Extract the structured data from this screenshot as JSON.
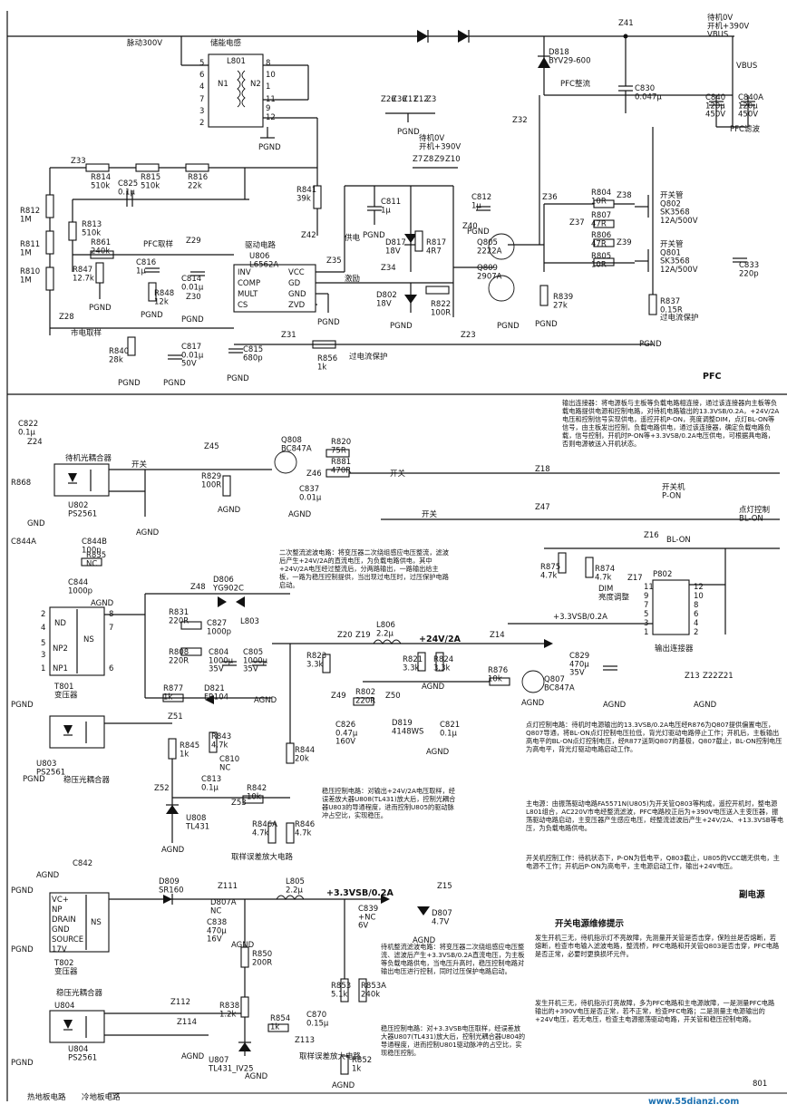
{
  "top": {
    "vin_label": "脉动300V",
    "standby_label": "待机0V\n开机+390V\nVBUS",
    "vbus_label": "VBUS",
    "pfc_rectifier": "PFC整流",
    "pfc_filter": "PFC滤波",
    "d818": "D818\nBYV29-600",
    "c830": "C830\n0.047μ",
    "c840": "C840\n120μ\n450V",
    "c840a": "C840A\n120μ\n450V",
    "z41": "Z41",
    "z32": "Z32"
  },
  "pfc": {
    "l801_title": "储能电感",
    "l801": "L801",
    "n1": "N1",
    "n2": "N2",
    "l801_pins": [
      "5",
      "6",
      "4",
      "7",
      "8",
      "10",
      "3",
      "2",
      "1",
      "12",
      "11",
      "9"
    ],
    "r814": "R814\n510k",
    "r815": "R815\n510k",
    "r816": "R816\n22k",
    "c825": "C825\n0.1μ",
    "r812": "R812\n1M",
    "r811": "R811\n1M",
    "r810": "R810\n1M",
    "r813": "R813\n510k",
    "r861": "R861\n240k",
    "r847": "R847\n12.7k",
    "r848": "R848\n12k",
    "c816": "C816\n1μ",
    "c814": "C814\n0.01μ",
    "c817": "C817\n0.01μ\n50V",
    "r840": "R840\n28k",
    "c815": "C815\n680p",
    "r856": "R856\n1k",
    "pfc_sample": "PFC取样",
    "mains_sample": "市电取样",
    "z33": "Z33",
    "z29": "Z29",
    "z30": "Z30",
    "z28": "Z28",
    "z31": "Z31",
    "z23": "Z23",
    "u806_title": "驱动电路",
    "u806": "U806\nL6562A",
    "ic_pins_left": [
      "INV",
      "COMP",
      "MULT",
      "CS"
    ],
    "ic_pins_right": [
      "VCC",
      "GD",
      "GND",
      "ZVD"
    ],
    "r841": "R841\n39k",
    "z42": "Z42",
    "z35": "Z35",
    "supply_label": "供电",
    "drive_label": "激励",
    "ocp_label": "过电流保护",
    "c811": "C811\n1μ",
    "d817": "D817\n18V",
    "r817": "R817\n4R7",
    "z34": "Z34",
    "d802": "D802\n18V",
    "z_top_group": [
      "Z26",
      "Z36",
      "Z11",
      "Z12",
      "Z3"
    ],
    "standby_group": "待机0V\n开机+390V",
    "z_mid_group": [
      "Z7",
      "Z8",
      "Z9",
      "Z10"
    ],
    "c812": "C812\n1μ",
    "z40": "Z40",
    "q805": "Q805\n2222A",
    "q809": "Q809\n2907A",
    "r822": "R822\n100R",
    "r839": "R839\n27k",
    "z36b": "Z36",
    "r804": "R804\n10R",
    "r807": "R807\n47R",
    "r806": "R806\n47R",
    "r805": "R805\n10R",
    "z37": "Z37",
    "z38": "Z38",
    "z39": "Z39",
    "q802": "开关管\nQ802\nSK3568\n12A/500V",
    "q801": "开关管\nQ801\nSK3568\n12A/500V",
    "c833": "C833\n220p",
    "r837": "R837\n0.15R",
    "ocp_sample": "过电流保护",
    "pfc_tag": "PFC"
  },
  "notes": {
    "output_connector": "输出连接器：将电源板与主板等负载电路相连接，通过该连接器向主板等负载电路提供电源和控制电路，对待机电路输出的13.3VSB/0.2A，+24V/2A电压和控制信号实现供电，遥控开机P-ON，亮度调整DIM，点灯BL-ON等信号，由主板发出控制，负载电路供电，通过该连接器，确定负载电路负载，信号控制，开机时P-ON等+3.3VSB/0.2A电压供电，可根据具电路，否则电源被送入开机状态。",
    "secondary_rect": "二次整流滤波电路：将变压器二次绕组感应电压整流，滤波后产生+24V/2A的直流电压，为负载电路供电，其中+24V/2A电压经过整流后，分两路输出，一路输出给主板，一路为稳压控制提供，当出现过电压时，过压保护电路启动。",
    "dimming": "点灯控制电路：待机时电源输出的13.3VSB/0.2A电压经R876为Q807提供偏置电压，Q807导通，将BL-ON点灯控制电压拉低，背光灯驱动电路停止工作；开机后，主板输出高电平的BL-ON点灯控制电压，经R877送到Q807的基极，Q807截止，BL-ON控制电压为高电平，背光灯驱动电路启动工作。",
    "main_power": "主电源：由振荡驱动电路FA5571N(U805)为开关管Q803等构成，遥控开机时，整电源L801组合，AC220V市电经整流滤波，PFC电路校正后为+390V电压送入主变压器，振荡驱动电路启动，主变压器产生感应电压，经整流滤波后产生+24V/2A、+13.3VSB等电压，为负载电路供电。",
    "main_power_b": "开关机控制工作：待机状态下，P-ON为低电平，Q803截止，U805的VCC端无供电，主电源不工作；开机后P-ON为高电平，主电源启动工作，输出+24V电压。",
    "regulation": "稳压控制电路：对输出+24V/2A电压取样，经误差放大器U808(TL431)放大后，控制光耦合器U803的导通程度，进而控制U805的驱动脉冲占空比，实现稳压。",
    "aux_power": "副电源",
    "standby_rect": "待机整流滤波电路：将变压器二次绕组感应电压整流、滤波后产生+3.3VSB/0.2A直流电压，为主板等负载电路供电，当电压升高时，稳压控制电路对输出电压进行控制，同时过压保护电路启动。",
    "standby_reg": "稳压控制电路：对+3.3VSB电压取样，经误差放大器U807(TL431)放大后，控制光耦合器U804的导通程度，进而控制U801驱动脉冲的占空比，实现稳压控制。",
    "repair_title": "开关电源维修提示",
    "repair_1": "发生开机三无，待机指示灯不亮故障，先测量开关管是否击穿，保险丝是否熔断，若熔断，检查市电输入滤波电路，整流桥，PFC电路和开关管Q803是否击穿，PFC电路是否正常，必要时更换损坏元件。",
    "repair_2": "发生开机三无，待机指示灯亮故障，多为PFC电路和主电源故障，一是测量PFC电路输出的+390V电压是否正常，若不正常，检查PFC电路；二是测量主电源输出的+24V电压，若无电压，检查主电源振荡驱动电路，开关管和稳压控制电路。",
    "sheet_no": "801"
  },
  "standby_ctrl": {
    "c822": "C822\n0.1μ",
    "z24": "Z24",
    "optocoupler_label": "待机光耦合器",
    "u802": "U802\nPS2561",
    "r868": "R868",
    "z45": "Z45",
    "q808": "Q808\nBC847A",
    "r829": "R829\n100R",
    "r820": "R820\n75R",
    "r881": "R881\n470R",
    "z46": "Z46",
    "c837": "C837\n0.01μ",
    "onoff1": "开关",
    "onoff2": "开关",
    "z18": "Z18",
    "z47": "Z47",
    "z16": "Z16",
    "z17": "Z17",
    "pon_label": "开关机\nP-ON",
    "blon_label": "点灯控制\nBL-ON",
    "blon": "BL-ON",
    "dim_label": "DIM\n亮度调整",
    "r875": "R875\n4.7k",
    "r874": "R874\n4.7k",
    "p802": "P802",
    "connector_label": "输出连接器",
    "connector_pins_left": [
      "11",
      "9",
      "7",
      "5",
      "3",
      "1"
    ],
    "connector_pins_right": [
      "12",
      "10",
      "8",
      "6",
      "4",
      "2"
    ]
  },
  "secondary": {
    "c844a": "C844A",
    "c844b": "C844B\n100p",
    "r835": "R835\nNC",
    "c844": "C844\n1000p",
    "t801": "T801\n变压器",
    "t801_windings": [
      "ND",
      "NP2",
      "NP1",
      "NS"
    ],
    "t801_pins": [
      "2",
      "4",
      "5",
      "3",
      "1",
      "8",
      "7",
      "6"
    ],
    "z48": "Z48",
    "d806": "D806\nYG902C",
    "r831": "R831\n220R",
    "c827": "C827\n1000p",
    "l803": "L803",
    "r808": "R808\n220R",
    "c804": "C804\n1000μ\n35V",
    "c805": "C805\n1000μ\n35V",
    "z20": "Z20",
    "z19": "Z19",
    "l806": "L806\n2.2μ",
    "v24": "+24V/2A",
    "z14": "Z14",
    "r823": "R823\n3.3k",
    "r821": "R821\n3.3k",
    "r824": "R824\n3.3k",
    "v33_out": "+3.3VSB/0.2A",
    "c829": "C829\n470μ\n35V",
    "z13": "Z13",
    "z22": "Z22",
    "z21": "Z21",
    "r876": "R876\n10k",
    "q807": "Q807\nBC847A",
    "r877": "R877\n1k",
    "d821": "D821\nFR104",
    "z49": "Z49",
    "r802": "R802\n220R",
    "z50": "Z50",
    "c826": "C826\n0.47μ\n160V",
    "d819": "D819\n4148WS",
    "c821": "C821\n0.1μ",
    "z51": "Z51",
    "u803": "U803\nPS2561",
    "opto_reg": "稳压光耦合器",
    "r845": "R845\n1k",
    "r843": "R843\n4.7k",
    "c810": "C810\nNC",
    "r844": "R844\n20k",
    "z52": "Z52",
    "c813": "C813\n0.1μ",
    "r842": "R842\n10k",
    "z53": "Z53",
    "u808": "U808\nTL431",
    "r846a": "R846A\n4.7k",
    "r846": "R846\n4.7k",
    "ea_label": "取样误差放大电路"
  },
  "standby": {
    "c842": "C842",
    "d809": "D809\nSR160",
    "z111": "Z111",
    "d807a": "D807A\nNC",
    "c838": "C838\n470μ\n16V",
    "l805": "L805\n2.2μ",
    "v33": "+3.3VSB/0.2A",
    "z15": "Z15",
    "c839": "C839\n+NC\n6V",
    "d807": "D807\n4.7V",
    "t802": "T802\n变压器",
    "t802_pins": [
      "VC+",
      "NP",
      "DRAIN",
      "GND",
      "SOURCE",
      "17V"
    ],
    "ns": "NS",
    "r850": "R850\n200R",
    "r853": "R853\n5.1k",
    "r853a": "R853A\n240k",
    "opto_label": "稳压光耦合器",
    "u804": "U804\nPS2561",
    "z112": "Z112",
    "z114": "Z114",
    "r838": "R838\n1.2k",
    "r854": "R854\n1k",
    "c870": "C870\n0.15μ",
    "z113": "Z113",
    "u807": "U807\nTL431_IV25",
    "r852": "R852\n1k",
    "ea_label": "取样误差放大电路",
    "hot_label": "热地板电路",
    "cold_label": "冷地板电路",
    "watermark": "www.55dianzi.com"
  },
  "grounds": {
    "pgnd": "PGND",
    "agnd": "AGND",
    "gnd": "GND"
  }
}
